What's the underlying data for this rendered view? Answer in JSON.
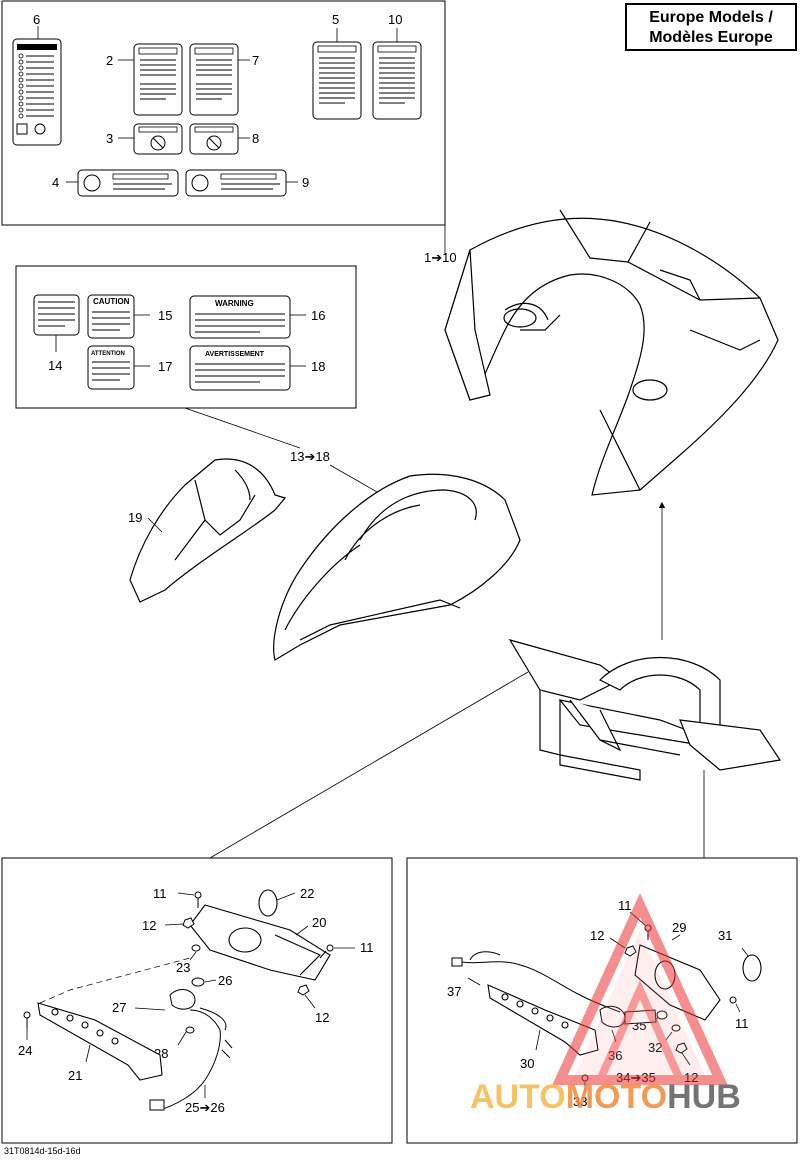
{
  "header": {
    "title_line1": "Europe Models /",
    "title_line2": "Modèles Europe"
  },
  "footer": {
    "ref_code": "31T0814d-15d-16d"
  },
  "watermark": {
    "part1": "AUTO",
    "part2": "MOTO",
    "part3": "HUB"
  },
  "callouts": {
    "c1_10": "1➔10",
    "c2": "2",
    "c3": "3",
    "c4": "4",
    "c5": "5",
    "c6": "6",
    "c7": "7",
    "c8": "8",
    "c9": "9",
    "c10": "10",
    "c13_18": "13➔18",
    "c14": "14",
    "c15": "15",
    "c16": "16",
    "c17": "17",
    "c18": "18",
    "c19": "19",
    "left_11a": "11",
    "left_11b": "11",
    "left_12a": "12",
    "left_12b": "12",
    "c20": "20",
    "c21": "21",
    "c22": "22",
    "c23": "23",
    "c24": "24",
    "c25_26": "25➔26",
    "c26": "26",
    "c27": "27",
    "c28": "28",
    "right_11a": "11",
    "right_11b": "11",
    "right_12a": "12",
    "right_12b": "12",
    "c29": "29",
    "c30": "30",
    "c31": "31",
    "c32": "32",
    "c33": "33",
    "c34_35": "34➔35",
    "c35": "35",
    "c36": "36",
    "c37": "37"
  },
  "decal_texts": {
    "caution": "CAUTION",
    "warning": "WARNING",
    "attention": "ATTENTION",
    "avertissement": "AVERTISSEMENT"
  }
}
